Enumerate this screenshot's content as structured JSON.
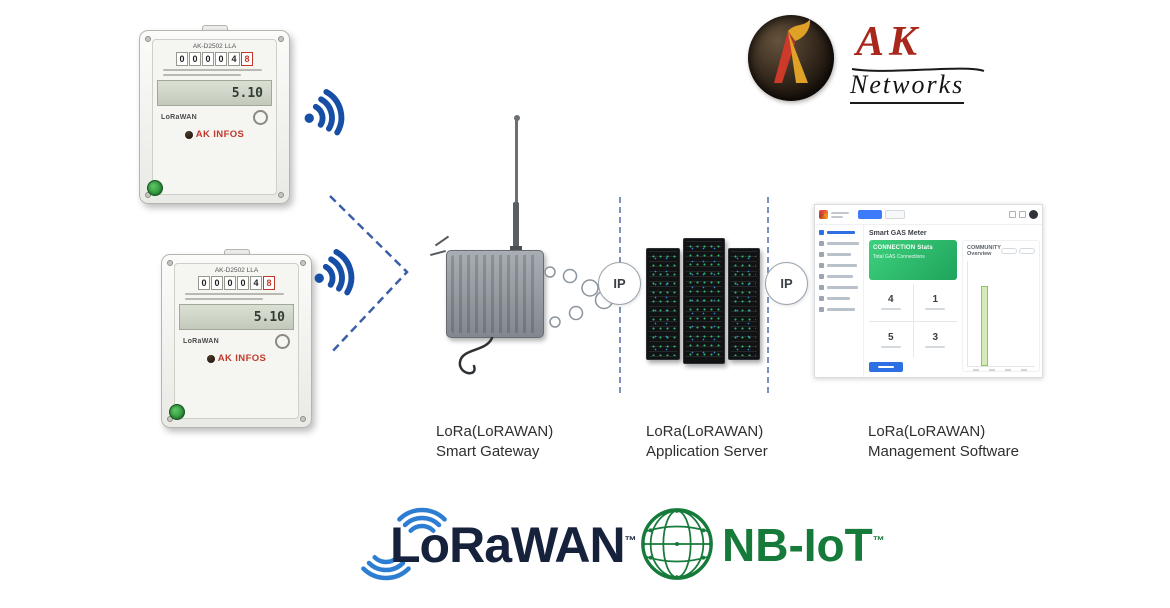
{
  "brand": {
    "ak": "AK",
    "networks": "Networks"
  },
  "meter": {
    "model": "AK-D2502 LLA",
    "counter_digits": [
      "0",
      "0",
      "0",
      "0",
      "4",
      "8"
    ],
    "lcd_value": "5.10",
    "radio_label": "LoRaWAN",
    "maker": "AK INFOS"
  },
  "flow": {
    "ip_left": "IP",
    "ip_right": "IP"
  },
  "labels": {
    "gateway": {
      "line1": "LoRa(LoRAWAN)",
      "line2": "Smart Gateway"
    },
    "server": {
      "line1": "LoRa(LoRAWAN)",
      "line2": "Application Server"
    },
    "software": {
      "line1": "LoRa(LoRAWAN)",
      "line2": "Management Software"
    }
  },
  "dashboard": {
    "title": "Smart GAS Meter",
    "connection_card": {
      "title": "CONNECTION Stats",
      "subtitle": "Total GAS Connections"
    },
    "stats": [
      {
        "value": "4"
      },
      {
        "value": "1"
      },
      {
        "value": "5"
      },
      {
        "value": "3"
      }
    ],
    "overview_title": "COMMUNITY Overview"
  },
  "footer": {
    "lorawan": "LoRaWAN",
    "lorawan_tm": "™",
    "nbiot": "NB-IoT",
    "nbiot_tm": "™"
  }
}
